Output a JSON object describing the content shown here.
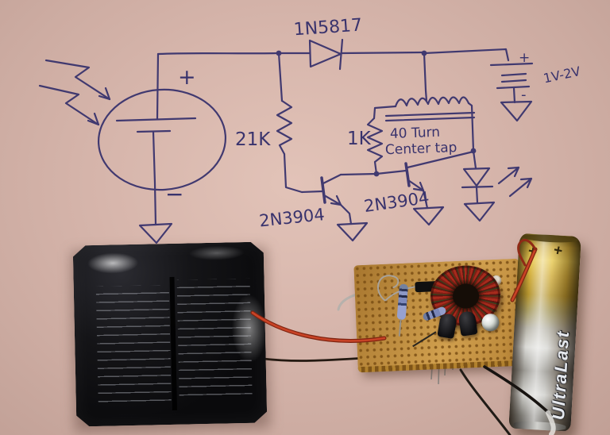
{
  "schematic": {
    "diode": {
      "label": "1N5817"
    },
    "resistor_base": {
      "label": "21K"
    },
    "resistor_feedback": {
      "label": "1K"
    },
    "transformer": {
      "line1": "40 Turn",
      "line2": "Center tap"
    },
    "transistor_left": {
      "label": "2N3904"
    },
    "transistor_right": {
      "label": "2N3904"
    },
    "battery": {
      "label": "1V-2V",
      "plus": "+",
      "minus": "-"
    },
    "solar_cell": {
      "plus": "+",
      "minus": "−"
    }
  },
  "photo": {
    "battery": {
      "brand": "UltraLast",
      "polarity_mark": "+"
    }
  },
  "colors": {
    "ink": "#39336d",
    "paper": "#d7b6ac",
    "board": "#c6913e",
    "wire_red": "#bf3a20",
    "wire_black": "#171310",
    "battery_gold": "#d2ae3d"
  }
}
